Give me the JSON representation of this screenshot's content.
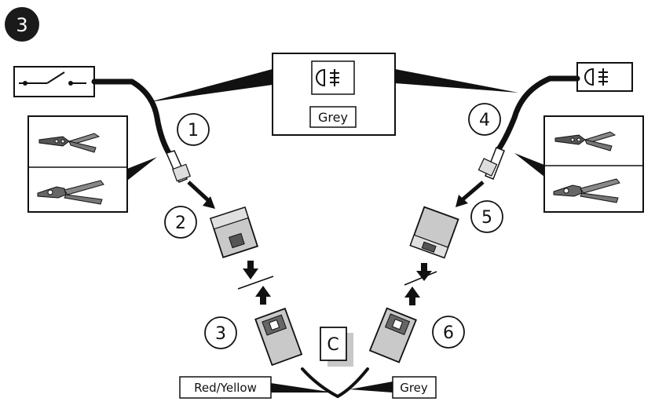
{
  "step": {
    "number": "3"
  },
  "callouts": [
    "1",
    "2",
    "3",
    "4",
    "5",
    "6"
  ],
  "center_panel": {
    "label": "Grey",
    "icon": "fog-lamp-icon"
  },
  "connector_letter": "C",
  "wire_labels": {
    "left": "Red/Yellow",
    "right": "Grey"
  },
  "icons": {
    "switch": "switch-icon",
    "fog_lamp": "fog-lamp-icon",
    "crimp_tool": "crimping-pliers-icon",
    "ratchet_crimper": "ratchet-crimper-icon"
  }
}
